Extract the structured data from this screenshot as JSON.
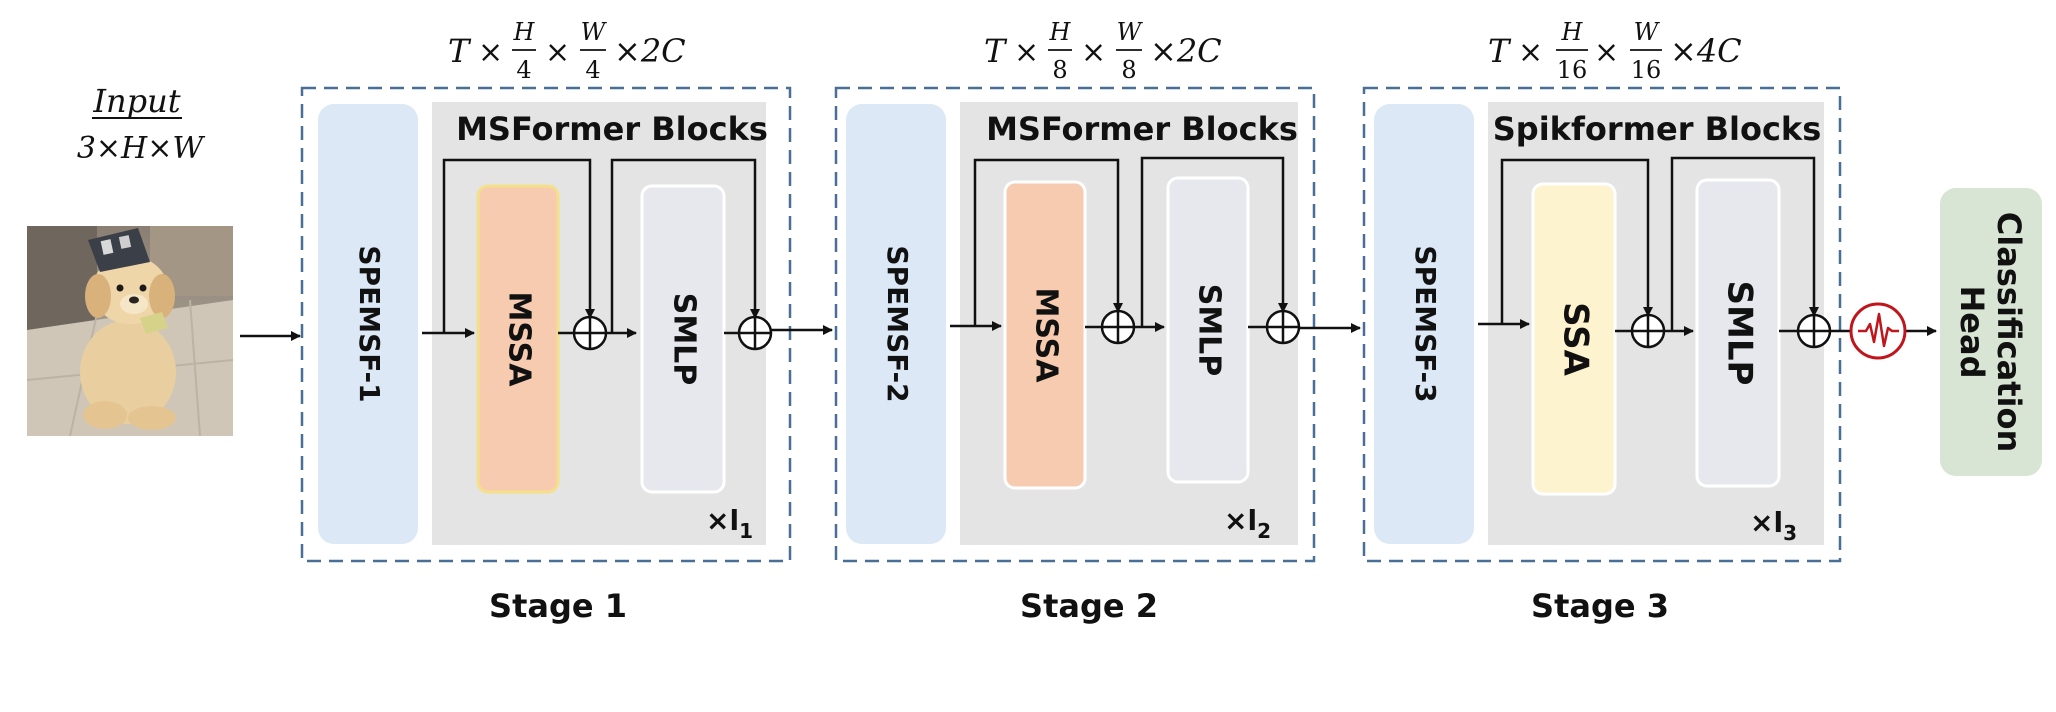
{
  "input": {
    "title": "Input",
    "dims": "3×H×W",
    "image_desc": "dog"
  },
  "stages": [
    {
      "label": "Stage 1",
      "dims": {
        "t": "T",
        "x": "×",
        "h": "H",
        "hd": "4",
        "w": "W",
        "wd": "4",
        "c": "×2C"
      },
      "embed_label": "SPEMSF-1",
      "blocks_title": "MSFormer Blocks",
      "attn_label": "MSSA",
      "mlp_label": "SMLP",
      "repeat_prefix": "×l",
      "repeat_sub": "1"
    },
    {
      "label": "Stage 2",
      "dims": {
        "t": "T",
        "x": "×",
        "h": "H",
        "hd": "8",
        "w": "W",
        "wd": "8",
        "c": "×2C"
      },
      "embed_label": "SPEMSF-2",
      "blocks_title": "MSFormer Blocks",
      "attn_label": "MSSA",
      "mlp_label": "SMLP",
      "repeat_prefix": "×l",
      "repeat_sub": "2"
    },
    {
      "label": "Stage 3",
      "dims": {
        "t": "T",
        "x": "×",
        "h": "H",
        "hd": "16",
        "w": "W",
        "wd": "16",
        "c": "×4C"
      },
      "embed_label": "SPEMSF-3",
      "blocks_title": "Spikformer Blocks",
      "attn_label": "SSA",
      "mlp_label": "SMLP",
      "repeat_prefix": "×l",
      "repeat_sub": "3"
    }
  ],
  "head": {
    "line1": "Classification",
    "line2": "Head"
  },
  "icons": {
    "add": "add-circle-icon",
    "spike": "spike-neuron-icon"
  },
  "colors": {
    "stage_border": "#4a6f96",
    "embed_fill": "#dce8f5",
    "blocks_fill": "#e4e4e4",
    "mssa_fill": "#f7cbb0",
    "mssa_border": "#f5e08a",
    "ssa_fill": "#fdf3cf",
    "mlp_fill": "#e6e8ee",
    "head_fill": "#d8e4d4",
    "spike_red": "#c0161b"
  }
}
